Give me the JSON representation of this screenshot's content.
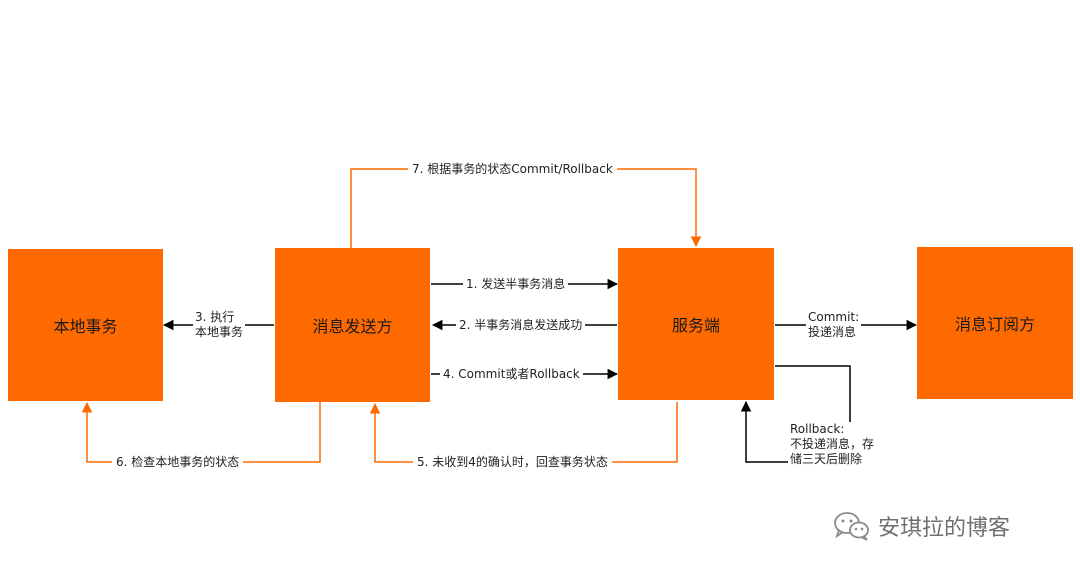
{
  "nodes": {
    "local_tx": "本地事务",
    "producer": "消息发送方",
    "server": "服务端",
    "subscriber": "消息订阅方"
  },
  "edges": {
    "e1": "1. 发送半事务消息",
    "e2": "2. 半事务消息发送成功",
    "e3_line1": "3. 执行",
    "e3_line2": "本地事务",
    "e4": "4. Commit或者Rollback",
    "e5": "5. 未收到4的确认时，回查事务状态",
    "e6": "6. 检查本地事务的状态",
    "e7": "7. 根据事务的状态Commit/Rollback",
    "commit_line1": "Commit:",
    "commit_line2": "投递消息",
    "rollback_line1": "Rollback:",
    "rollback_line2": "不投递消息，存",
    "rollback_line3": "储三天后删除"
  },
  "watermark": "安琪拉的博客",
  "colors": {
    "box": "#ff6a00",
    "orange_line": "#ff6a00",
    "black_line": "#000000"
  }
}
